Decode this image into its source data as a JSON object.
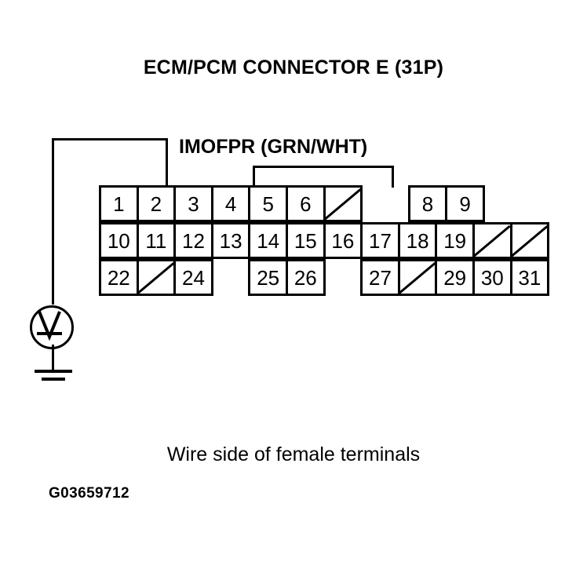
{
  "title": "ECM/PCM CONNECTOR E (31P)",
  "wire_label": "IMOFPR (GRN/WHT)",
  "caption": "Wire side of female terminals",
  "reference_code": "G03659712",
  "colors": {
    "ink": "#000000",
    "paper": "#ffffff"
  },
  "instrument": {
    "type": "voltmeter",
    "symbol": "V",
    "ground": "chassis-ground",
    "probed_terminal": "2"
  },
  "connector": {
    "name": "ECM/PCM CONNECTOR E",
    "pin_count": "31P",
    "rows": [
      {
        "id": "row-top",
        "cells": [
          {
            "label": "1",
            "type": "pin",
            "span": 1
          },
          {
            "label": "2",
            "type": "pin",
            "span": 1
          },
          {
            "label": "3",
            "type": "pin",
            "span": 1
          },
          {
            "label": "4",
            "type": "pin",
            "span": 1
          },
          {
            "label": "5",
            "type": "pin",
            "span": 1
          },
          {
            "label": "6",
            "type": "pin",
            "span": 1
          },
          {
            "label": "",
            "type": "slash",
            "span": 1
          },
          {
            "label": "",
            "type": "gap",
            "span": 1.27
          },
          {
            "label": "8",
            "type": "pin",
            "span": 1
          },
          {
            "label": "9",
            "type": "pin",
            "span": 1
          }
        ]
      },
      {
        "id": "row-mid",
        "cells": [
          {
            "label": "10",
            "type": "pin",
            "span": 1
          },
          {
            "label": "11",
            "type": "pin",
            "span": 1
          },
          {
            "label": "12",
            "type": "pin",
            "span": 1
          },
          {
            "label": "13",
            "type": "pin",
            "span": 1
          },
          {
            "label": "14",
            "type": "pin",
            "span": 1
          },
          {
            "label": "15",
            "type": "pin",
            "span": 1
          },
          {
            "label": "16",
            "type": "pin",
            "span": 1
          },
          {
            "label": "17",
            "type": "pin",
            "span": 1
          },
          {
            "label": "18",
            "type": "pin",
            "span": 1
          },
          {
            "label": "19",
            "type": "pin",
            "span": 1
          },
          {
            "label": "",
            "type": "slash",
            "span": 1
          },
          {
            "label": "",
            "type": "slash",
            "span": 1
          }
        ]
      },
      {
        "id": "row-bot",
        "cells": [
          {
            "label": "22",
            "type": "pin",
            "span": 1
          },
          {
            "label": "",
            "type": "slash",
            "span": 1
          },
          {
            "label": "24",
            "type": "pin",
            "span": 1
          },
          {
            "label": "",
            "type": "gap",
            "span": 1
          },
          {
            "label": "25",
            "type": "pin",
            "span": 1
          },
          {
            "label": "26",
            "type": "pin",
            "span": 1
          },
          {
            "label": "",
            "type": "gap",
            "span": 1
          },
          {
            "label": "27",
            "type": "pin",
            "span": 1
          },
          {
            "label": "",
            "type": "slash",
            "span": 1
          },
          {
            "label": "29",
            "type": "pin",
            "span": 1
          },
          {
            "label": "30",
            "type": "pin",
            "span": 1
          },
          {
            "label": "31",
            "type": "pin",
            "span": 1
          }
        ]
      }
    ]
  }
}
